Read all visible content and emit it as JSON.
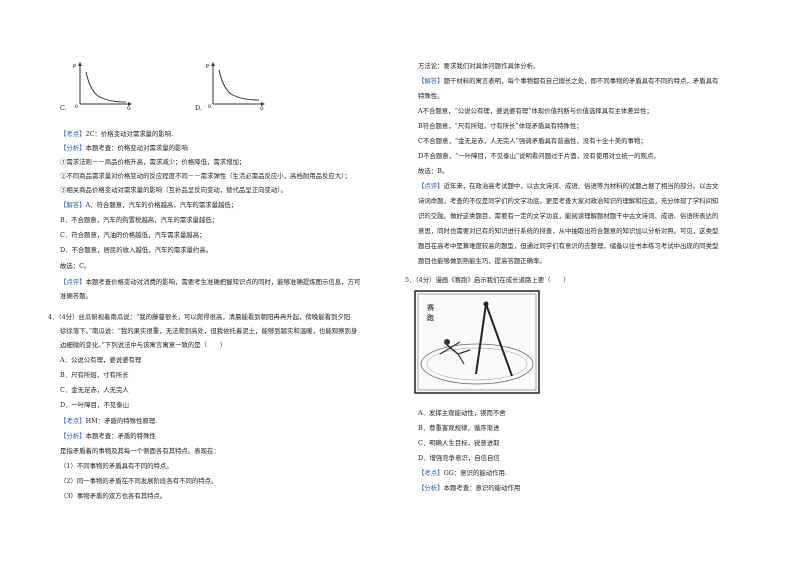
{
  "left": {
    "graph_c_label": "C.",
    "graph_d_label": "D.",
    "kaodian": {
      "tag": "【考点】",
      "text": "2C：价格变动对需求量的影响."
    },
    "fenxi": {
      "tag": "【分析】",
      "text": "本题考查：价格变动对需求量的影响"
    },
    "fx1": "①需求法则－－商品价格升高，需求减少；价格降低，需求增加；",
    "fx2": "②不同商品需求量对价格变动的反应程度不同－－需求弹性（生活必需品反应小，高档耐用品反应大）；",
    "fx3": "③相关商品价格变动对需求量的影响（互补品呈反向变动，替代品呈正向变动）。",
    "jieda": {
      "tag": "【解答】",
      "text": "A．符合题意，汽车的价格越高，汽车的需求量越低；"
    },
    "b": "B．不合题意，汽车的购置税越高，汽车的需求量越低；",
    "c": "C．符合题意，汽油的价格越低，汽车需求量越高；",
    "d": "D．不合题意，居民的收入越低，汽车的需求量约高。",
    "ans": "故选：C。",
    "dianping": {
      "tag": "【点评】",
      "text": "本题考查价格变动对消费的影响，需要考生准确把握知识点的同时，能够准确提炼图示信息，方可"
    },
    "dianping2": "准确答题。",
    "q4a": "4．（4分）丝瓜俯视着南瓜说：“我的藤蔓很长，可以爬得很高，清晨能看到朝阳冉冉升起，傍晚能看到夕阳",
    "q4b": "徐徐落下。”南瓜说：“我的果实很重，无法爬到高处，但我依托着泥土，能够到踏实和温暖，也能观察到身",
    "q4c": "边细微的变化。”下列说法中与该寓言寓意一致的是（　　）",
    "q4A": "A．公说公有理，婆说婆有理",
    "q4B": "B．尺有所短，寸有所长",
    "q4C": "C．金无足赤，人无完人",
    "q4D": "D．一叶障目，不见泰山",
    "kaodian2": {
      "tag": "【考点】",
      "text": "HM：矛盾的特殊性原理."
    },
    "fenxi2": {
      "tag": "【分析】",
      "text": "本题考查：矛盾的特殊性"
    },
    "fx2a": "是指矛盾着的事物及其每一个侧面各有其特点。表现在：",
    "fx2b": "（1）不同事物的矛盾具有不同的特点。",
    "fx2c": "（2）同一事物的矛盾在不同发展阶段各有不同的特点。",
    "fx2d": "（3）事物矛盾的双方也各有其特点。"
  },
  "right": {
    "fangfa": "方法论：要求我们对具体问题作具体分析。",
    "jieda": {
      "tag": "【解答】",
      "text": "题干材料的寓言表明，每个事物都有自己擅长之处，即不同事物的矛盾具有不同的特点，矛盾具有"
    },
    "jieda2": "特殊性。",
    "a": "A不合题意，“公说公有理，婆说婆有理”体现价值判断与价值选择具有主体差异性；",
    "b": "B符合题意，“尺有所短，寸有所长”体现矛盾具有特殊性；",
    "c": "C不合题意，“金无足赤，人无完人”强调矛盾具有普遍性，没有十全十美的事物；",
    "d": "D不合题意，“一叶障目，不见泰山”说明看问题过于片面，没有使用对立统一的观点。",
    "ans": "故选：B。",
    "dianping": {
      "tag": "【点评】",
      "text": "近年来，在政治高考试题中，以古文诗词、成语、俗语等为材料的试题占据了相当的部分。以古文"
    },
    "dp2": "诗词命题，考查的不仅是同学们的文学功底，更是考查大家对政治知识的理解和应运，充分体现了学科间知",
    "dp3": "识的交融。做好这类题目，需要有一定的文学功底，能阅读理解题材题干中古文诗词、成语、俗语所表达的",
    "dp4": "意思，同时也需要对已有的知识进行系统的排查，从中抽取出符合题意的知识加以分析对照。可见，这类型",
    "dp5": "题目在高考中是算难度较高的题型，但通过同学们有意识的去整理，储备以往书本练习考试中出现的同类型",
    "dp6": "题目也能够做到熟能生巧，提高答题正确率。",
    "q5": "5．（4分）漫画《赛跑》启示我们在成长道路上要（　　）",
    "comic_title": "赛\n跑",
    "q5A": "A．发挥主观能动性，锲而不舍",
    "q5B": "B．尊重客观规律，循序渐进",
    "q5C": "C．明确人生目标，锐意进取",
    "q5D": "D．增强竞争意识，自信自信",
    "kaodian": {
      "tag": "【考点】",
      "text": "GG：意识的能动作用."
    },
    "fenxi": {
      "tag": "【分析】",
      "text": "本题考查：意识的能动作用"
    }
  }
}
